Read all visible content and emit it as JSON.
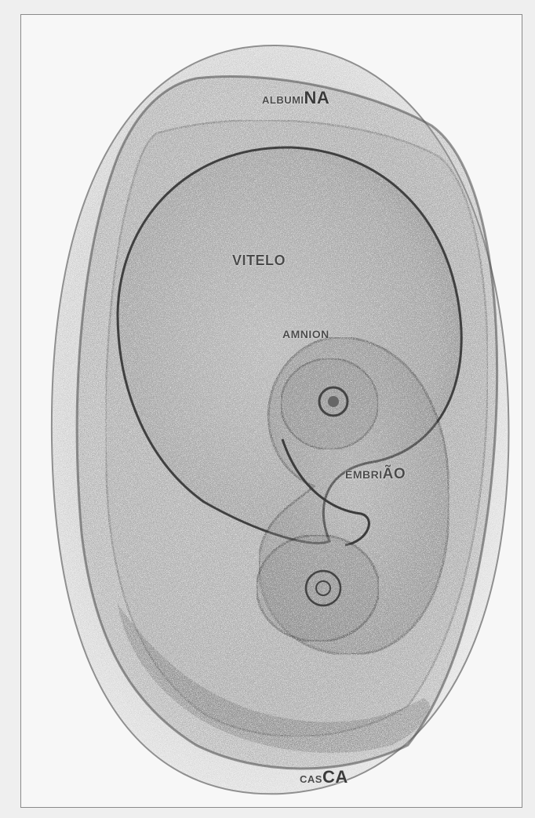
{
  "figure": {
    "labels": {
      "albumina": {
        "small": "ALBUMI",
        "large": "NA"
      },
      "vitelo": "VITELO",
      "amnion": "AMNION",
      "embriao": {
        "small": "EMBRI",
        "large": "ÃO"
      },
      "casca": {
        "small": "CAS",
        "large": "CA"
      }
    },
    "colors": {
      "shell": "#9a9a9a",
      "albumen": "#888888",
      "yolk": "#a8a8a8",
      "embryo": "#8c8c8c",
      "background": "#f7f7f7",
      "label": "#4a4a4a"
    }
  }
}
